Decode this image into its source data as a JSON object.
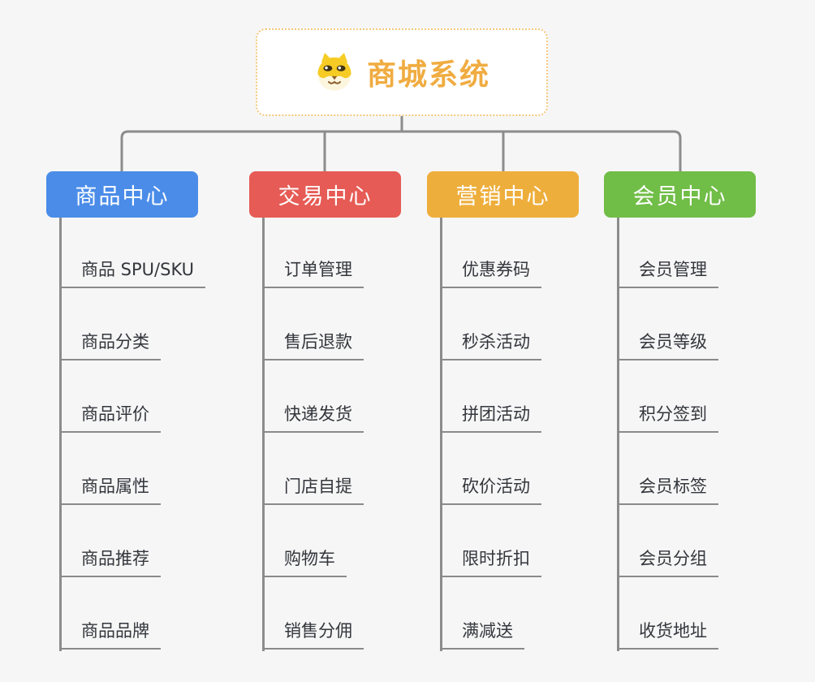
{
  "root": {
    "title": "商城系统",
    "icon": "shiba-dog-icon",
    "title_color": "#f0ac41",
    "border_color": "#f5c879",
    "background": "#ffffff"
  },
  "canvas_background": "#f6f6f6",
  "connector_color": "#8c8c8c",
  "leaf_text_color": "#33363c",
  "branches": [
    {
      "label": "商品中心",
      "color": "#4a8ce8",
      "items": [
        "商品 SPU/SKU",
        "商品分类",
        "商品评价",
        "商品属性",
        "商品推荐",
        "商品品牌"
      ]
    },
    {
      "label": "交易中心",
      "color": "#e65b55",
      "items": [
        "订单管理",
        "售后退款",
        "快递发货",
        "门店自提",
        "购物车",
        "销售分佣"
      ]
    },
    {
      "label": "营销中心",
      "color": "#eeae3c",
      "items": [
        "优惠券码",
        "秒杀活动",
        "拼团活动",
        "砍价活动",
        "限时折扣",
        "满减送"
      ]
    },
    {
      "label": "会员中心",
      "color": "#70bd47",
      "items": [
        "会员管理",
        "会员等级",
        "积分签到",
        "会员标签",
        "会员分组",
        "收货地址"
      ]
    }
  ]
}
